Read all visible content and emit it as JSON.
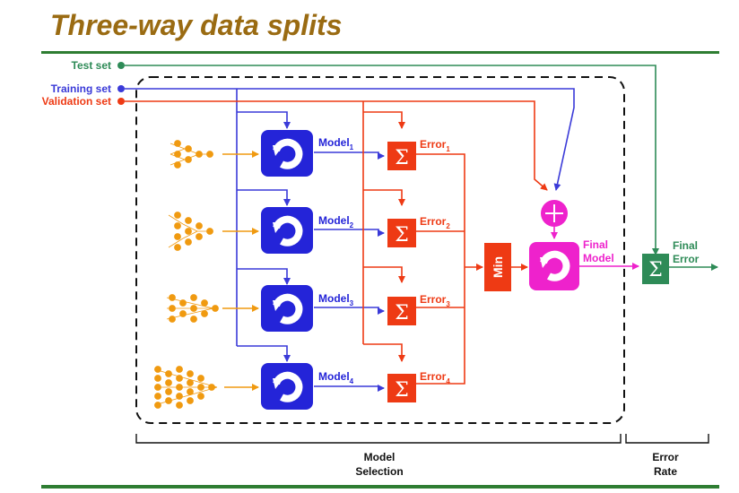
{
  "title": "Three-way data splits",
  "inputs": {
    "test": "Test set",
    "training": "Training set",
    "validation": "Validation set"
  },
  "models": [
    {
      "label": "Model",
      "sub": "1",
      "error_label": "Error",
      "error_sub": "1"
    },
    {
      "label": "Model",
      "sub": "2",
      "error_label": "Error",
      "error_sub": "2"
    },
    {
      "label": "Model",
      "sub": "3",
      "error_label": "Error",
      "error_sub": "3"
    },
    {
      "label": "Model",
      "sub": "4",
      "error_label": "Error",
      "error_sub": "4"
    }
  ],
  "sum_symbol": "Σ",
  "plus_symbol": "+",
  "min_label": "Min",
  "final_model": {
    "line1": "Final",
    "line2": "Model"
  },
  "final_error": {
    "line1": "Final",
    "line2": "Error"
  },
  "brackets": {
    "model_selection": {
      "line1": "Model",
      "line2": "Selection"
    },
    "error_rate": {
      "line1": "Error",
      "line2": "Rate"
    }
  },
  "colors": {
    "title": "#9a6b12",
    "rule": "#2e7d32",
    "test": "#2e8b57",
    "training": "#3a3ad8",
    "validation": "#ee3a14",
    "model_box": "#2424d8",
    "sum_box": "#ee3a14",
    "final_box": "#ee22cc",
    "final_sum_box": "#2e8b57",
    "network": "#f09a10"
  }
}
